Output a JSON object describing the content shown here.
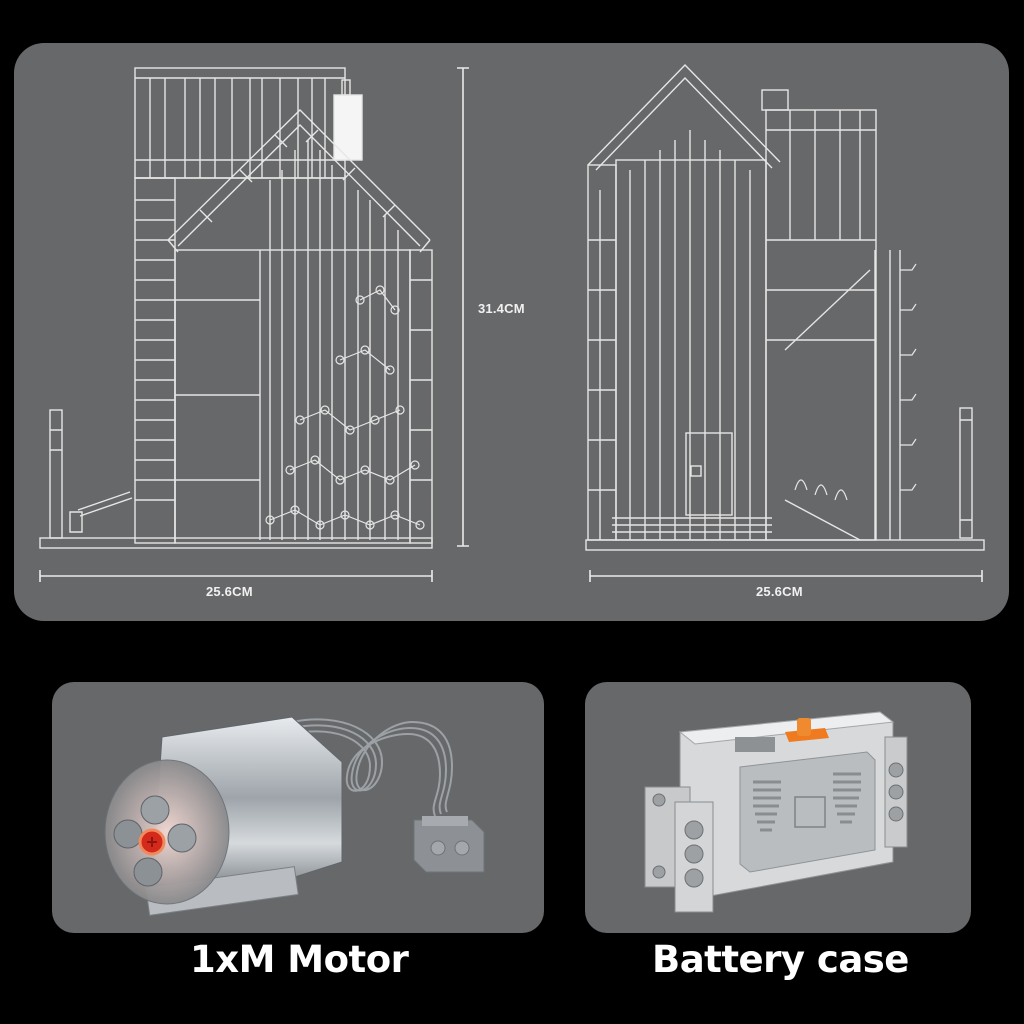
{
  "dimensions": {
    "height": "31.4CM",
    "front_width": "25.6CM",
    "side_width": "25.6CM"
  },
  "drawings": {
    "left": "front-elevation-line-drawing",
    "right": "side-elevation-line-drawing"
  },
  "components": [
    {
      "label": "1xM Motor",
      "icon": "motor-icon"
    },
    {
      "label": "Battery case",
      "icon": "battery-box-icon"
    }
  ],
  "colors": {
    "background": "#000000",
    "panel": "#676869",
    "line": "#e8e8e8",
    "accent_orange": "#ef7a1f",
    "motor_red": "#d42a1c"
  }
}
